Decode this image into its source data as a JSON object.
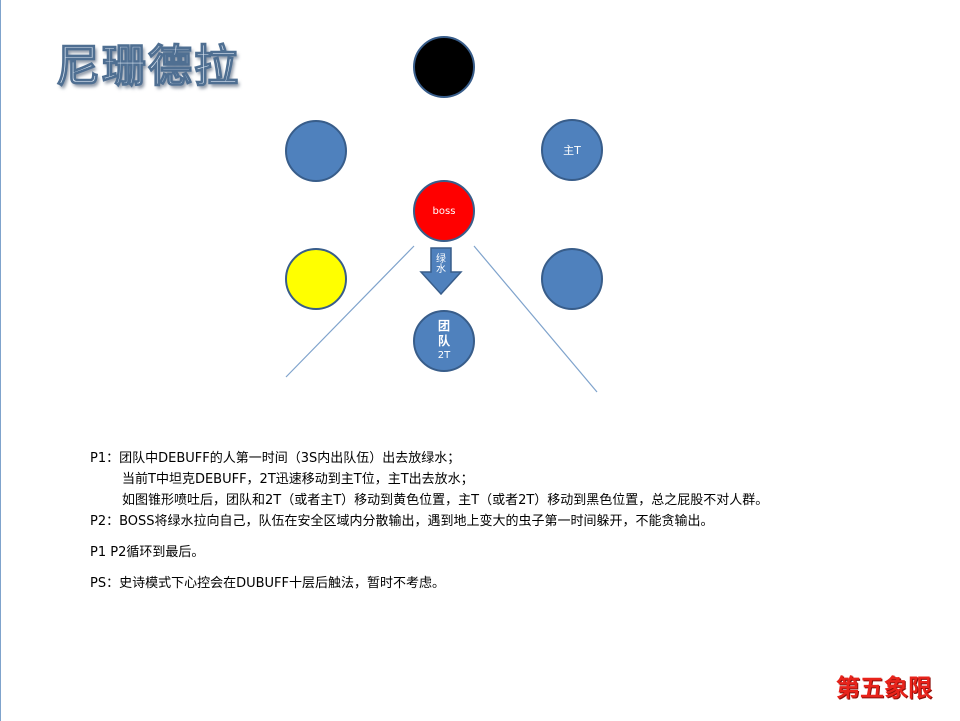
{
  "title": "尼珊德拉",
  "circles": {
    "top": {
      "label": ""
    },
    "left_upper": {
      "label": ""
    },
    "main_tank": {
      "label": "主T"
    },
    "boss": {
      "label": "boss"
    },
    "yellow": {
      "label": ""
    },
    "right_lower": {
      "label": ""
    },
    "team": {
      "line1": "团",
      "line2": "队",
      "line3": "2T"
    }
  },
  "arrow_label": "绿水",
  "colors": {
    "blue": "#4f81bd",
    "black": "#000000",
    "boss_red": "#ff0000",
    "yellow": "#ffff00",
    "cone_line": "#7fa3cc",
    "logo_red": "#e8231b"
  },
  "notes": {
    "line1": "P1：团队中DEBUFF的人第一时间（3S内出队伍）出去放绿水；",
    "line2": "当前T中坦克DEBUFF，2T迅速移动到主T位，主T出去放水；",
    "line3": "如图锥形喷吐后，团队和2T（或者主T）移动到黄色位置，主T（或者2T）移动到黑色位置，总之屁股不对人群。",
    "line4": "P2：BOSS将绿水拉向自己，队伍在安全区域内分散输出，遇到地上变大的虫子第一时间躲开，不能贪输出。",
    "line5": "P1 P2循环到最后。",
    "line6": "PS：史诗模式下心控会在DUBUFF十层后触法，暂时不考虑。"
  },
  "logo": "第五象限"
}
